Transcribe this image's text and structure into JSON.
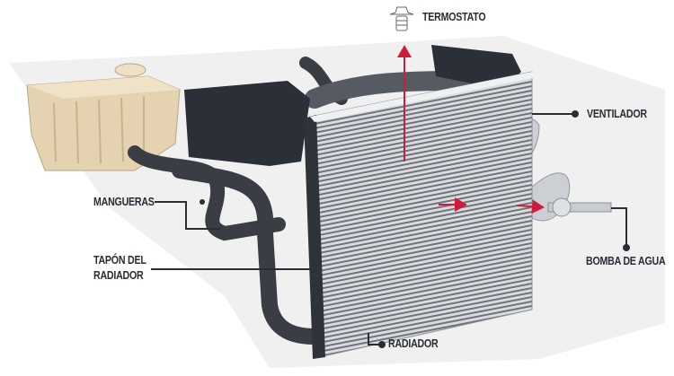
{
  "diagram": {
    "labels": {
      "thermostat": "TERMOSTATO",
      "fan": "VENTILADOR",
      "hoses": "MANGUERAS",
      "radiator_cap_line1": "TAPÓN DEL",
      "radiator_cap_line2": "RADIADOR",
      "water_pump": "BOMBA DE AGUA",
      "radiator": "RADIADOR"
    },
    "colors": {
      "label_text": "#2a2d35",
      "leader_line": "#2a2d35",
      "flow_arrow": "#d01c3c",
      "reservoir": "#e4d2b0",
      "hose": "#3a3d44",
      "radiator_fin": "#b9bcc2"
    }
  }
}
